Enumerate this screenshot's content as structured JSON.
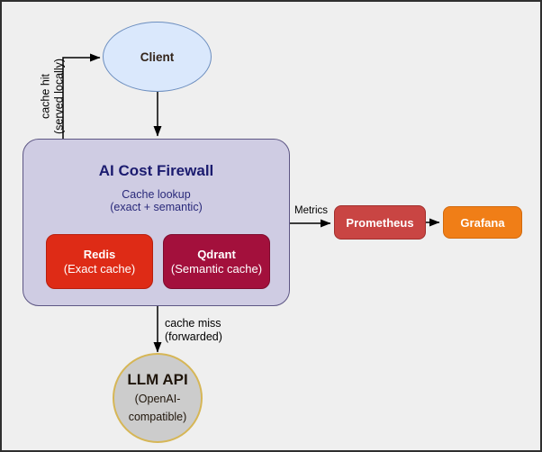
{
  "diagram": {
    "client": {
      "label": "Client"
    },
    "firewall": {
      "title": "AI Cost Firewall",
      "subtitle_line1": "Cache lookup",
      "subtitle_line2": "(exact + semantic)"
    },
    "redis": {
      "name": "Redis",
      "desc": "(Exact cache)"
    },
    "qdrant": {
      "name": "Qdrant",
      "desc": "(Semantic cache)"
    },
    "prometheus": {
      "label": "Prometheus"
    },
    "grafana": {
      "label": "Grafana"
    },
    "llm_api": {
      "title": "LLM API",
      "desc_line1": "(OpenAI-",
      "desc_line2": "compatible)"
    },
    "edges": {
      "cache_hit": {
        "label_line1": "cache hit",
        "label_line2": "(served locally)"
      },
      "metrics": {
        "label": "Metrics"
      },
      "cache_miss": {
        "label_line1": "cache miss",
        "label_line2": "(forwarded)"
      }
    },
    "colors": {
      "canvas_bg": "#efefef",
      "client_fill": "#dae8fc",
      "client_stroke": "#6c8ebf",
      "client_text": "#33241a",
      "firewall_fill": "#cfcce3",
      "firewall_stroke": "#5d5684",
      "firewall_title_text": "#1b1b6f",
      "firewall_subtitle_text": "#29297a",
      "redis_fill": "#de2b16",
      "redis_stroke": "#b71f0e",
      "qdrant_fill": "#a3103c",
      "qdrant_stroke": "#7d0b2d",
      "prometheus_fill": "#c94543",
      "prometheus_stroke": "#a02e2c",
      "grafana_fill": "#f07e17",
      "grafana_stroke": "#d2690c",
      "llm_fill": "#cccccc",
      "llm_stroke": "#d6b656",
      "llm_text": "#1f150a",
      "node_text_light": "#ffffff",
      "edge_color": "#000000"
    }
  }
}
